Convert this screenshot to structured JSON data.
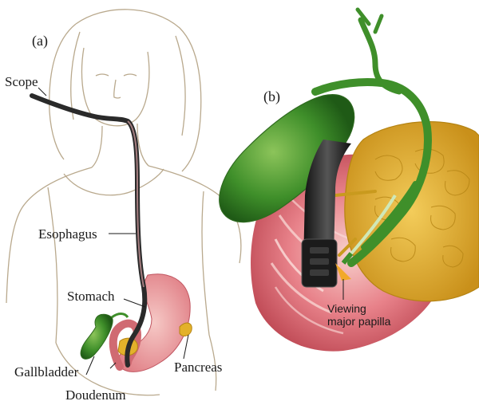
{
  "panels": {
    "a": "(a)",
    "b": "(b)"
  },
  "labels": {
    "scope": "Scope",
    "esophagus": "Esophagus",
    "stomach": "Stomach",
    "gallbladder": "Gallbladder",
    "doudenum": "Doudenum",
    "pancreas": "Pancreas"
  },
  "inset": {
    "line1": "Viewing",
    "line2": "major papilla"
  },
  "colors": {
    "sketch_line": "#b9a98d",
    "scope": "#2a2a2a",
    "gallbladder": "#3f8f2a",
    "stomach": "#e79b9b",
    "pancreas": "#e3b12a",
    "duct": "#4a9b2e"
  }
}
